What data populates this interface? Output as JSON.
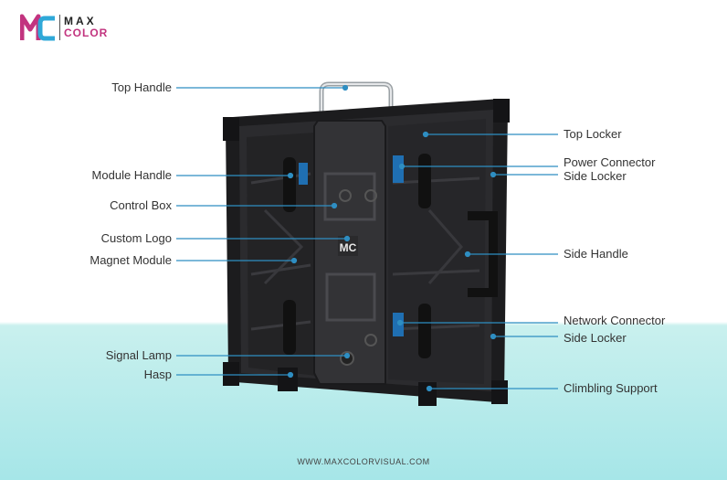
{
  "brand": {
    "line1": "MAX",
    "line2": "COLOR",
    "colors": [
      "#c2347f",
      "#2fa8d8",
      "#222222"
    ]
  },
  "labels": {
    "top_handle": "Top Handle",
    "module_handle": "Module Handle",
    "control_box": "Control Box",
    "custom_logo": "Custom Logo",
    "magnet_module": "Magnet Module",
    "signal_lamp": "Signal Lamp",
    "hasp": "Hasp",
    "top_locker": "Top Locker",
    "power_connector": "Power Connector",
    "side_locker_1": "Side Locker",
    "side_handle": "Side Handle",
    "network_connector": "Network Connector",
    "side_locker_2": "Side Locker",
    "climbing_support": "Climbling Support"
  },
  "footer": {
    "url": "WWW.MAXCOLORVISUAL.COM"
  },
  "colors": {
    "leader_line": "#2e8ec2",
    "background_band": "#a6e6e8"
  }
}
